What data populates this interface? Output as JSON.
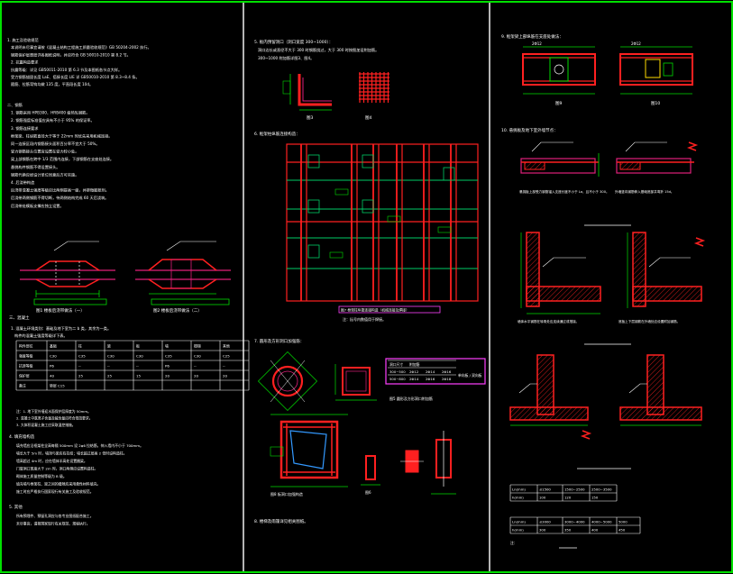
{
  "colors": {
    "background": "#000000",
    "frame": "#00e000",
    "divider": "#f0f0f0",
    "text": "#ffffff",
    "rebar": "#ff2020",
    "concrete": "#e0207a",
    "dimension": "#00dd00",
    "grid": "#00cc66",
    "title_block": "#ff40ff"
  },
  "panel1": {
    "sec1": [
      "1. 施工及验收规范",
      "本说明未尽事宜请按《混凝土结构工程施工质量验收规范》GB 50204-2002 执行。",
      "钢筋保护层厚度详各图纸说明，并应符合 GB 50010-2010 第 8.2 节。",
      "2. 抗震构造要求",
      "抗震等级：详见 GB50011-2010 第 6.3 节及本图纸各节点大样。",
      "受力钢筋锚固长度 LaE、搭接长度 LlE 详 GB50010-2010 第 8.3~8.4 条。",
      "箍筋、拉筋弯钩均做 135 度，平直段长度 10d。"
    ],
    "sec2": [
      "二、钢筋",
      "1. 钢筋采用 HPB300、HRB400 级热轧钢筋。",
      "2. 钢筋强度标准值应具有不小于 95% 的保证率。",
      "3. 钢筋连接要求",
      "框架梁、柱纵筋直径大于等于 22mm 时优先采用机械连接。",
      "同一连接区段内钢筋接头面积百分率不宜大于 50%。",
      "受力钢筋接头位置宜设置在受力较小处。",
      "梁上部钢筋在跨中 1/3 范围内连接，下部钢筋在支座处连接。",
      "悬挑构件钢筋不得设置接头。",
      "钢筋代换应经设计单位同意后方可实施。",
      "4. 后浇带构造",
      "后浇带混凝土强度等级应比两侧提高一级，并掺微膨胀剂。",
      "后浇带两侧钢筋不得切断，待两侧结构完成 60 天后浇筑。",
      "后浇带处模板支撑应独立设置。"
    ],
    "detail_fig1": "图1 楼板后浇带做法（一）",
    "detail_fig2": "图2 楼板后浇带做法（二）",
    "sec3_head": "三、混凝土",
    "sec3_text": [
      "1. 混凝土环境类别：基础及地下室为二 b 类，其余为一类。",
      "构件的混凝土强度等级详下表。"
    ],
    "table_header": [
      "构件部位",
      "基础",
      "柱",
      "梁",
      "板",
      "墙",
      "楼梯",
      "其他"
    ],
    "table_rows": [
      [
        "强度等级",
        "C30",
        "C35",
        "C30",
        "C30",
        "C35",
        "C30",
        "C25"
      ],
      [
        "抗渗等级",
        "P6",
        "--",
        "--",
        "--",
        "P6",
        "--",
        "--"
      ],
      [
        "保护层",
        "40",
        "25",
        "25",
        "15",
        "20",
        "20",
        "20"
      ],
      [
        "备注",
        "垫层 C15",
        "",
        "",
        "",
        "",
        "",
        ""
      ]
    ],
    "notes_sec3": [
      "注：1. 地下室外墙迎水面保护层厚度为 50mm。",
      "2. 混凝土中氯离子含量及碱含量应符合规范要求。",
      "3. 大体积混凝土施工应采取温控措施。"
    ],
    "sec4_head": "4. 填充墙构造",
    "sec4_text": [
      "填充墙应沿框架柱全高每隔 500mm 设 2φ6 拉结筋，伸入墙内不小于 700mm。",
      "墙长大于 5m 时，墙顶与梁应有拉结；墙长超过层高 2 倍时设构造柱。",
      "墙高超过 4m 时，应在墙体半高处设置圈梁。",
      "门窗洞口宽度大于 2m 时，洞口两侧应设置构造柱。",
      "砌体施工质量控制等级为 B 级。",
      "填充墙与框架柱、梁之间的缝隙应采用柔性材料填充。",
      "施工时应严格执行国家现行有关施工及验收规范。"
    ],
    "sec5_head": "5. 其他",
    "sec5_text": [
      "所有预埋件、预留孔洞应与各专业图纸配合施工。",
      "未尽事宜，请按国家现行有关规范、规程执行。"
    ]
  },
  "panel2": {
    "heading1": "5. 板内预留洞口（洞口宽度 300~1000）：",
    "heading1_sub": "洞口边长或直径不大于 300 时钢筋绕过，大于 300 时按图加设附加筋。",
    "fig3": "图3",
    "fig4": "图4",
    "heading2": "6. 框架柱纵筋连接构造：",
    "grid_caption": "图7 框架柱纵筋连接构造（机械连接及焊接）",
    "grid_note": "注：括号内数值用于焊接。",
    "heading3": "7. 圆形及方形洞口加强筋：",
    "legend_rows": [
      [
        "洞口尺寸",
        "附加筋",
        "",
        ""
      ],
      [
        "300~500",
        "2Φ12",
        "2Φ14",
        "2Φ16"
      ],
      [
        "500~800",
        "2Φ14",
        "2Φ16",
        "2Φ18"
      ]
    ],
    "legend_side": "单向板 / 双向板",
    "fig5": "图5 圆形及方形洞口附加筋",
    "fig6": "图6",
    "fig_caption": "图8 板洞口加强构造",
    "footer": "8. 楼梯及雨篷详见相关图纸。"
  },
  "panel3": {
    "heading1": "9. 框架梁上部纵筋在支座处做法：",
    "fig9": "图9",
    "fig10": "图10",
    "dim_top_left": "2Φ12",
    "dim_top_right": "2Φ12",
    "heading2": "10. 悬挑板及地下室外墙节点：",
    "note_a": "悬挑板上部受力钢筋锚入支座长度不小于 La，且不小于 300。",
    "note_b": "外墙竖向钢筋伸入基础底部并弯折 15d。",
    "note_c": "墙体水平钢筋在转角处应连续通过或搭接。",
    "note_d": "底板上下层钢筋在外墙处应设置附加钢筋。",
    "table1": [
      [
        "Ln(mm)",
        "≤1500",
        "1500~2500",
        "2500~3500"
      ],
      [
        "h(mm)",
        "100",
        "120",
        "150"
      ]
    ],
    "table2": [
      [
        "Ln(mm)",
        "≤3000",
        "3000~4000",
        "4000~5000",
        "5000"
      ],
      [
        "h(mm)",
        "300",
        "350",
        "400",
        "450"
      ]
    ],
    "table2_note": "注："
  }
}
